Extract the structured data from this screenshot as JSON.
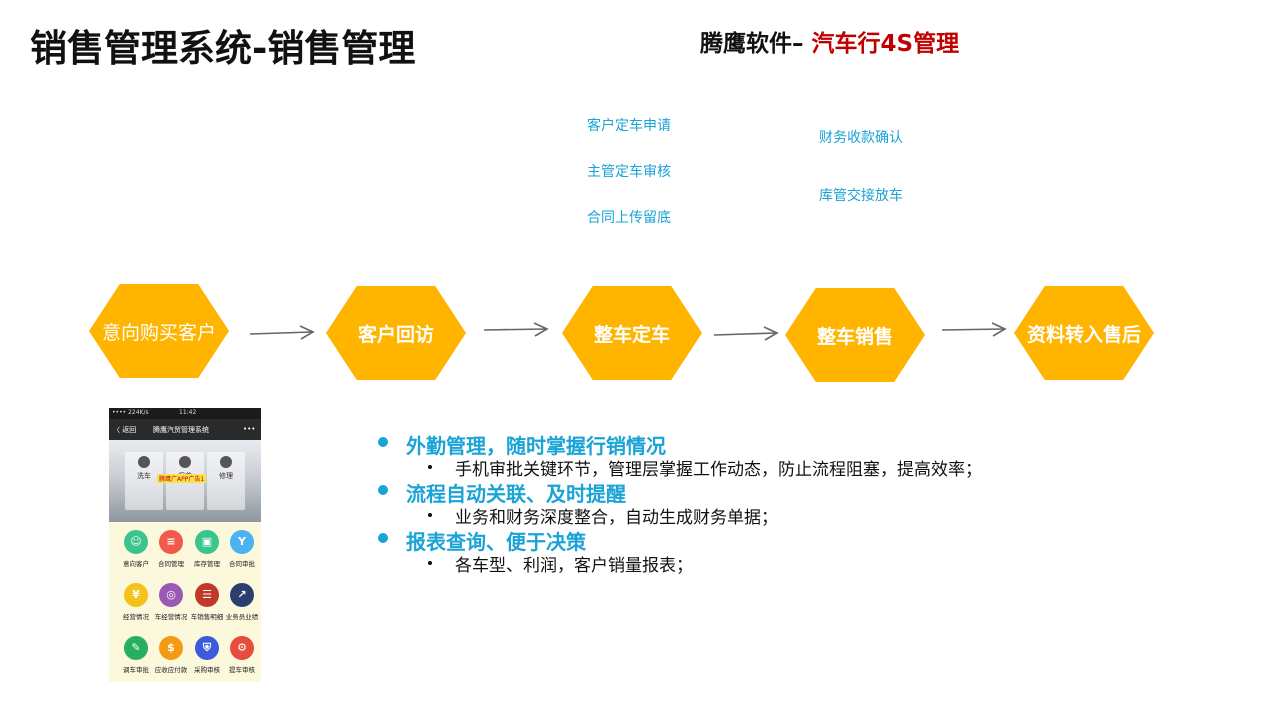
{
  "title": "销售管理系统-销售管理",
  "brand": {
    "prefix": "腾鹰软件– ",
    "highlight": "汽车行4S管理"
  },
  "notes": {
    "group1": [
      "客户定车申请",
      "主管定车审核",
      "合同上传留底"
    ],
    "group2": [
      "财务收款确认",
      "库管交接放车"
    ]
  },
  "flow": [
    "意向购买客户",
    "客户回访",
    "整车定车",
    "整车销售",
    "资料转入售后"
  ],
  "colors": {
    "hex": "#ffb400",
    "accent": "#1aa3d6",
    "brand_red": "#c00000"
  },
  "phone": {
    "status_left": "•••• 224K/s",
    "status_time": "11:42",
    "back": "〈 返回",
    "app_title": "腾鹰汽贸管理系统",
    "more": "•••",
    "banner_cards": [
      "洗车",
      "保养",
      "修理"
    ],
    "ad": "腾鹰广APP广告1",
    "apps": [
      {
        "label": "意向客户",
        "color": "#3cc48f",
        "glyph": "☺"
      },
      {
        "label": "合同管理",
        "color": "#f05a4a",
        "glyph": "≡"
      },
      {
        "label": "库存管理",
        "color": "#3cc48f",
        "glyph": "▣"
      },
      {
        "label": "合同审批",
        "color": "#4ab3f0",
        "glyph": "Y"
      },
      {
        "label": "经营情况",
        "color": "#f5c21b",
        "glyph": "¥"
      },
      {
        "label": "车经营情况",
        "color": "#9b59b6",
        "glyph": "◎"
      },
      {
        "label": "车销售明细",
        "color": "#c0392b",
        "glyph": "☰"
      },
      {
        "label": "业务员业绩",
        "color": "#2c3e70",
        "glyph": "↗"
      },
      {
        "label": "调车审批",
        "color": "#27ae60",
        "glyph": "✎"
      },
      {
        "label": "应收应付款",
        "color": "#f39c12",
        "glyph": "$"
      },
      {
        "label": "采购审核",
        "color": "#3b5bdb",
        "glyph": "⛨"
      },
      {
        "label": "提车审核",
        "color": "#e74c3c",
        "glyph": "⚙"
      }
    ]
  },
  "bullets": [
    {
      "heading": "外勤管理，随时掌握行销情况",
      "sub": "手机审批关键环节，管理层掌握工作动态，防止流程阻塞，提高效率；"
    },
    {
      "heading": "流程自动关联、及时提醒",
      "sub": "业务和财务深度整合，自动生成财务单据；"
    },
    {
      "heading": "报表查询、便于决策",
      "sub": "各车型、利润，客户销量报表；"
    }
  ]
}
